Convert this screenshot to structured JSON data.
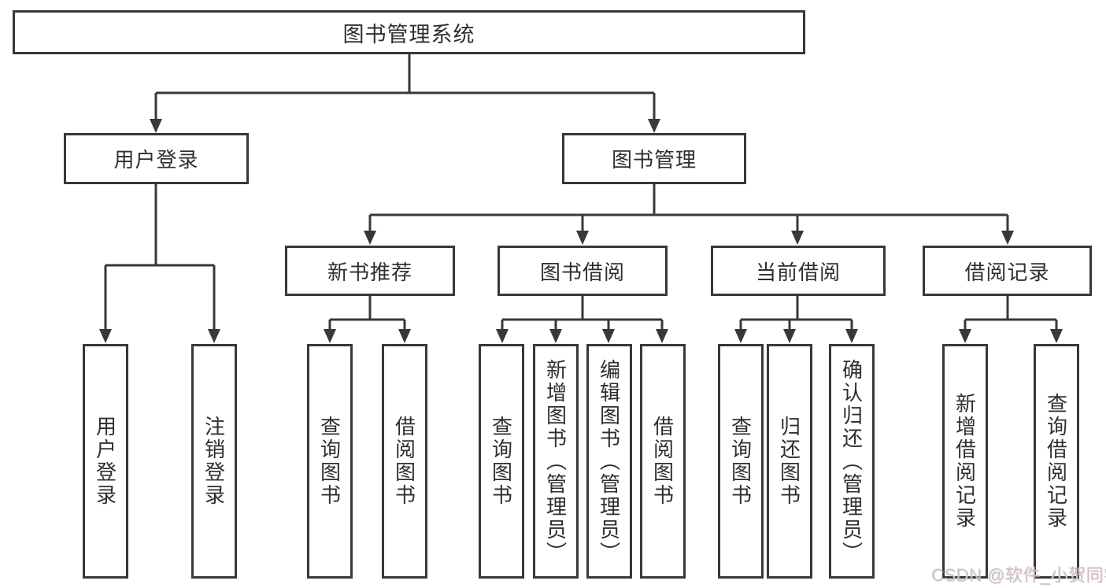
{
  "tree": {
    "label": "图书管理系统",
    "children": [
      {
        "label": "用户登录",
        "children": [
          {
            "label": "用户登录"
          },
          {
            "label": "注销登录"
          }
        ]
      },
      {
        "label": "图书管理",
        "children": [
          {
            "label": "新书推荐",
            "children": [
              {
                "label": "查询图书"
              },
              {
                "label": "借阅图书"
              }
            ]
          },
          {
            "label": "图书借阅",
            "children": [
              {
                "label": "查询图书"
              },
              {
                "label": "新增图书（管理员）"
              },
              {
                "label": "编辑图书（管理员）"
              },
              {
                "label": "借阅图书"
              }
            ]
          },
          {
            "label": "当前借阅",
            "children": [
              {
                "label": "查询图书"
              },
              {
                "label": "归还图书"
              },
              {
                "label": "确认归还（管理员）"
              }
            ]
          },
          {
            "label": "借阅记录",
            "children": [
              {
                "label": "新增借阅记录"
              },
              {
                "label": "查询借阅记录"
              }
            ]
          }
        ]
      }
    ]
  },
  "watermark": {
    "text": "CSDN @软件_小贺同学"
  },
  "colors": {
    "line": "#383838",
    "text": "#2f2f2f",
    "box_background": "#ffffff",
    "watermark": "#c6c6c6"
  }
}
